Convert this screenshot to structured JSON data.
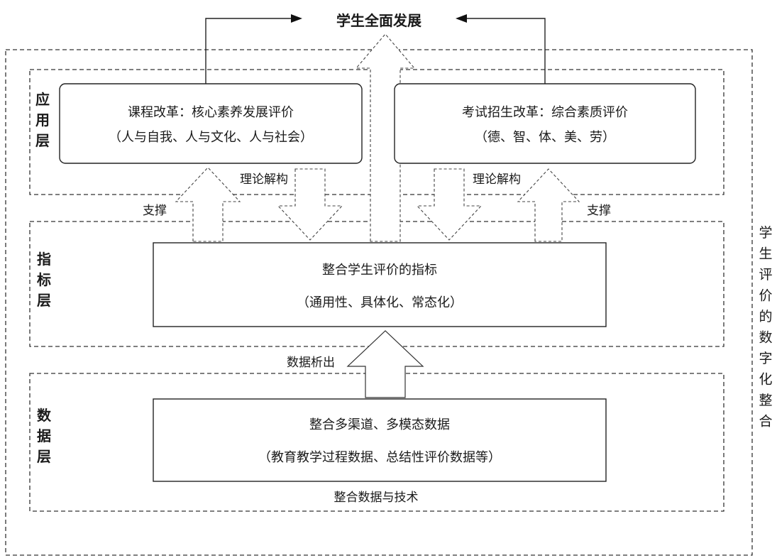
{
  "top_goal": "学生全面发展",
  "outer_label": "学生评价的数字化整合",
  "layers": {
    "application": {
      "label": "应用层",
      "left_box": {
        "line1": "课程改革：核心素养发展评价",
        "line2": "（人与自我、人与文化、人与社会）"
      },
      "right_box": {
        "line1": "考试招生改革：综合素质评价",
        "line2": "（德、智、体、美、劳）"
      }
    },
    "indicator": {
      "label": "指标层",
      "box": {
        "line1": "整合学生评价的指标",
        "line2": "（通用性、具体化、常态化）"
      }
    },
    "data": {
      "label": "数据层",
      "box": {
        "line1": "整合多渠道、多模态数据",
        "line2": "（教育教学过程数据、总结性评价数据等）"
      },
      "footer": "整合数据与技术"
    }
  },
  "arrow_labels": {
    "support_left": "支撑",
    "support_right": "支撑",
    "deconstruct_left": "理论解构",
    "deconstruct_right": "理论解构",
    "data_analysis": "数据析出"
  }
}
